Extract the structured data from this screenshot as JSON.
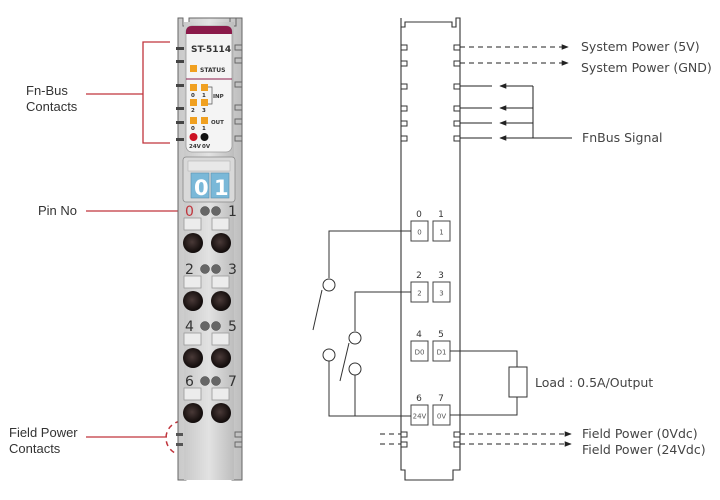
{
  "left_labels": {
    "fnbus_contacts": [
      "Fn-Bus",
      "Contacts"
    ],
    "pin_no": "Pin No",
    "field_power_contacts": [
      "Field Power",
      "Contacts"
    ]
  },
  "module": {
    "model": "ST-5114",
    "status_label": "STATUS",
    "inp_label": "INP",
    "out_label": "OUT",
    "inp_leds": [
      "0",
      "1",
      "2",
      "3"
    ],
    "out_leds": [
      "0",
      "1"
    ],
    "power_leds": [
      "24V",
      "0V"
    ],
    "connector_digits": [
      "0",
      "1"
    ],
    "pin_labels": [
      "0",
      "1",
      "2",
      "3",
      "4",
      "5",
      "6",
      "7"
    ],
    "colors": {
      "accent": "#8b1a4a",
      "led": "#f0a020",
      "power_24v": "#cc1122",
      "power_0v": "#111111",
      "digit_bg": "#7ab8d8",
      "callout": "#c0343c"
    }
  },
  "schematic": {
    "pin_numbers": [
      "0",
      "1",
      "2",
      "3",
      "4",
      "5",
      "6",
      "7"
    ],
    "terminal_labels": [
      "0",
      "1",
      "2",
      "3",
      "D0",
      "D1",
      "24V",
      "0V"
    ],
    "system_power_5v": "System Power (5V)",
    "system_power_gnd": "System Power (GND)",
    "fnbus_signal": "FnBus Signal",
    "load": "Load : 0.5A/Output",
    "field_power_0v": "Field Power (0Vdc)",
    "field_power_24v": "Field Power (24Vdc)"
  }
}
